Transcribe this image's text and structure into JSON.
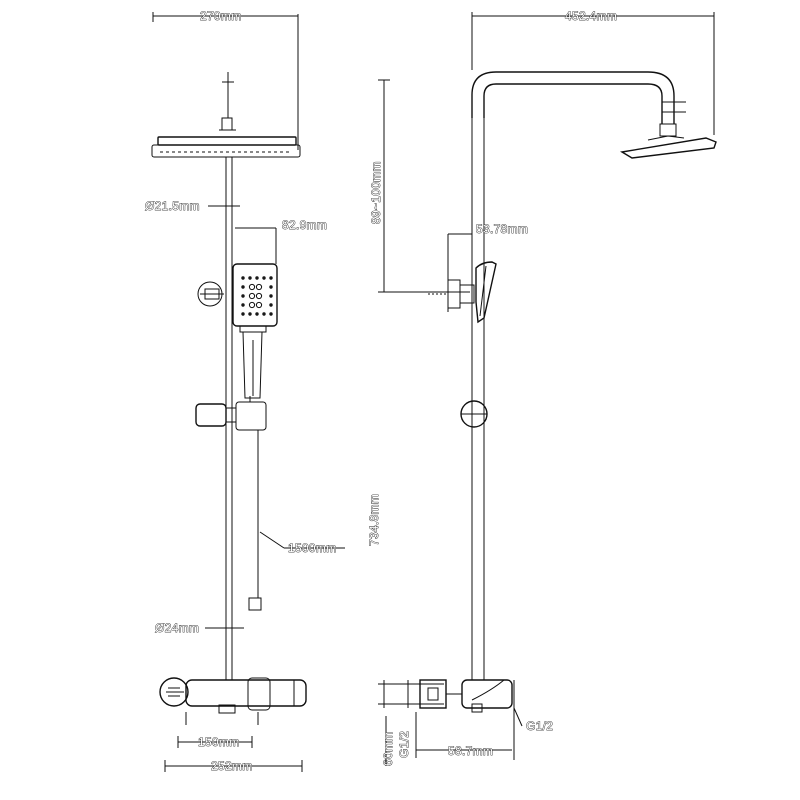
{
  "front_view": {
    "top_width": "270mm",
    "pipe_diameter": "Ø21.5mm",
    "handshower_width": "82.9mm",
    "hose_length": "1500mm",
    "bar_diameter": "Ø24mm",
    "inlet_spacing": "150mm",
    "mixer_width": "252mm"
  },
  "side_view": {
    "arm_projection": "452.4mm",
    "height_adjust": "89~100mm",
    "bracket_offset": "53.78mm",
    "riser_height": "734.8mm",
    "thread_size": "G1/2",
    "spout_depth": "58.7mm",
    "inlet_height": "60mm",
    "depth_label": "G1/2"
  }
}
